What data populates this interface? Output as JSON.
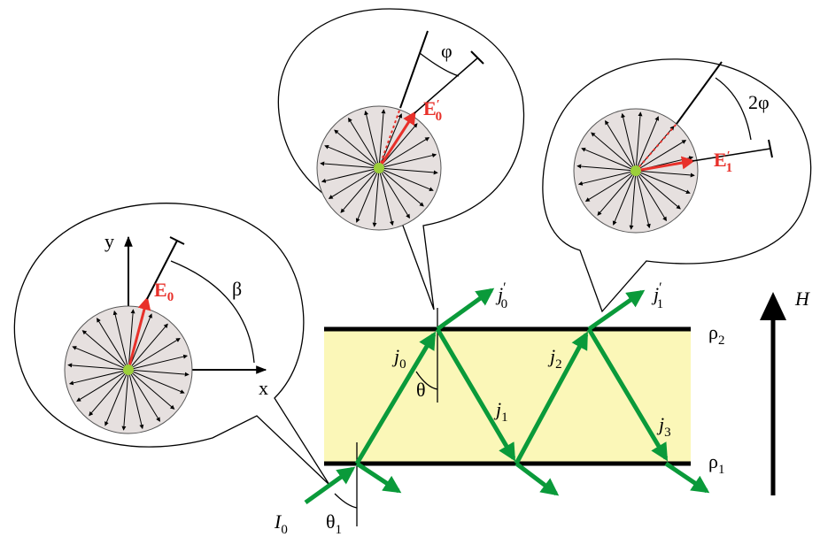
{
  "labels": {
    "I": "I",
    "I_sub": "0",
    "theta1": "θ",
    "theta1_sub": "1",
    "theta": "θ",
    "j0": "j",
    "j0_sub": "0",
    "j1": "j",
    "j1_sub": "1",
    "j2": "j",
    "j2_sub": "2",
    "j3": "j",
    "j3_sub": "3",
    "j0p": "j",
    "j0p_sub": "0",
    "j0p_prime": "′",
    "j1p": "j",
    "j1p_sub": "1",
    "j1p_prime": "′",
    "rho2": "ρ",
    "rho2_sub": "2",
    "rho1": "ρ",
    "rho1_sub": "1",
    "H": "H"
  },
  "bubbles": {
    "left": {
      "axis_y": "y",
      "axis_x": "x",
      "field": "E",
      "field_sub": "0",
      "angle": "β"
    },
    "middle": {
      "field": "E",
      "field_prime": "′",
      "field_sub": "0",
      "angle": "φ"
    },
    "right": {
      "field": "E",
      "field_prime": "′",
      "field_sub": "1",
      "angle": "2φ"
    }
  },
  "colors": {
    "beam": "#0a9a3a",
    "film": "#fbf7b8",
    "field_vector": "#e8302a",
    "disc": "#e6e0df",
    "center_dot": "#9ccf3a"
  }
}
